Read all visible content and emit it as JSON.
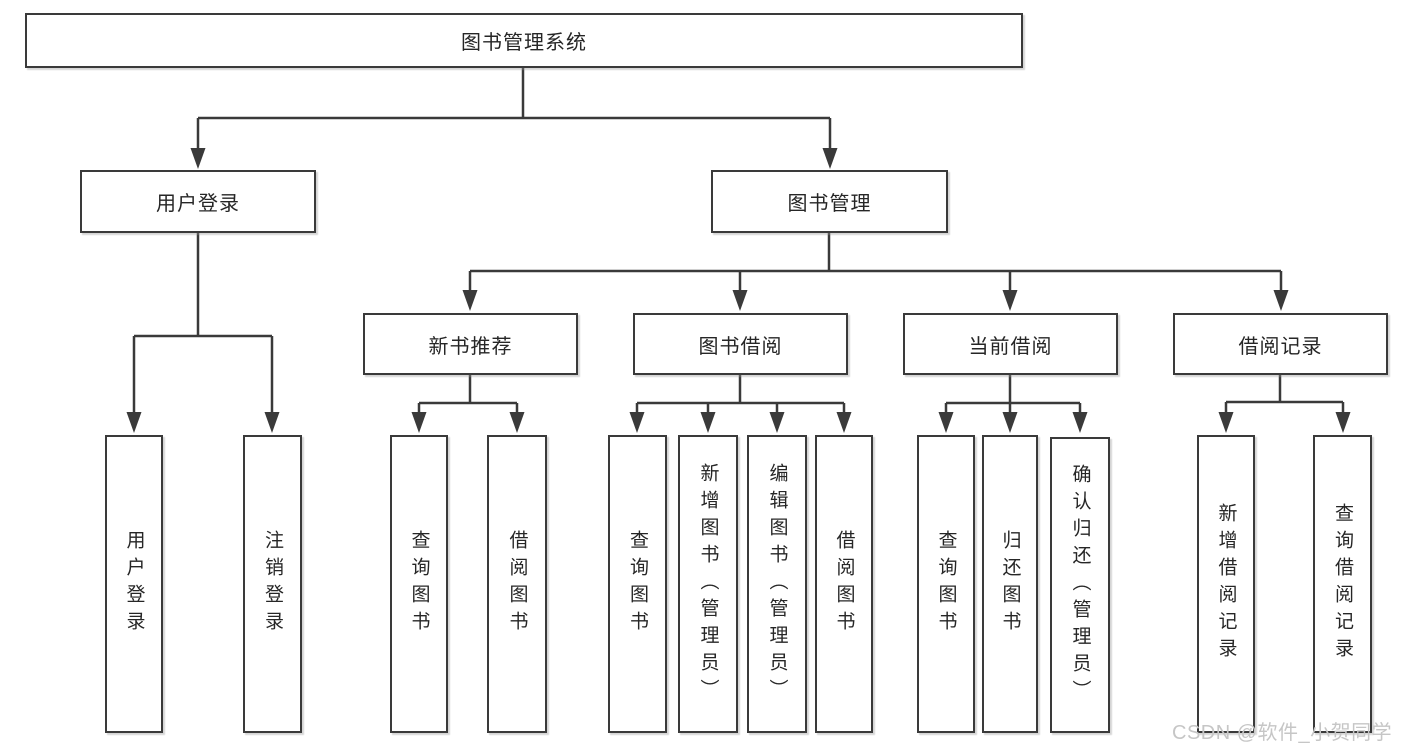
{
  "title": "图书管理系统",
  "watermark": "CSDN @软件_小贺同学",
  "colors": {
    "line": "#3a3a3a",
    "box_border": "#3a3a3a",
    "text": "#262626",
    "watermark": "#c6c6c6",
    "background": "#ffffff"
  },
  "tree": {
    "root": {
      "label": "图书管理系统"
    },
    "branches": [
      {
        "label": "用户登录",
        "children": [
          {
            "label": "用户登录"
          },
          {
            "label": "注销登录"
          }
        ]
      },
      {
        "label": "图书管理",
        "children": [
          {
            "label": "新书推荐",
            "children": [
              {
                "label": "查询图书"
              },
              {
                "label": "借阅图书"
              }
            ]
          },
          {
            "label": "图书借阅",
            "children": [
              {
                "label": "查询图书"
              },
              {
                "label": "新增图书（管理员）"
              },
              {
                "label": "编辑图书（管理员）"
              },
              {
                "label": "借阅图书"
              }
            ]
          },
          {
            "label": "当前借阅",
            "children": [
              {
                "label": "查询图书"
              },
              {
                "label": "归还图书"
              },
              {
                "label": "确认归还（管理员）"
              }
            ]
          },
          {
            "label": "借阅记录",
            "children": [
              {
                "label": "新增借阅记录"
              },
              {
                "label": "查询借阅记录"
              }
            ]
          }
        ]
      }
    ]
  }
}
